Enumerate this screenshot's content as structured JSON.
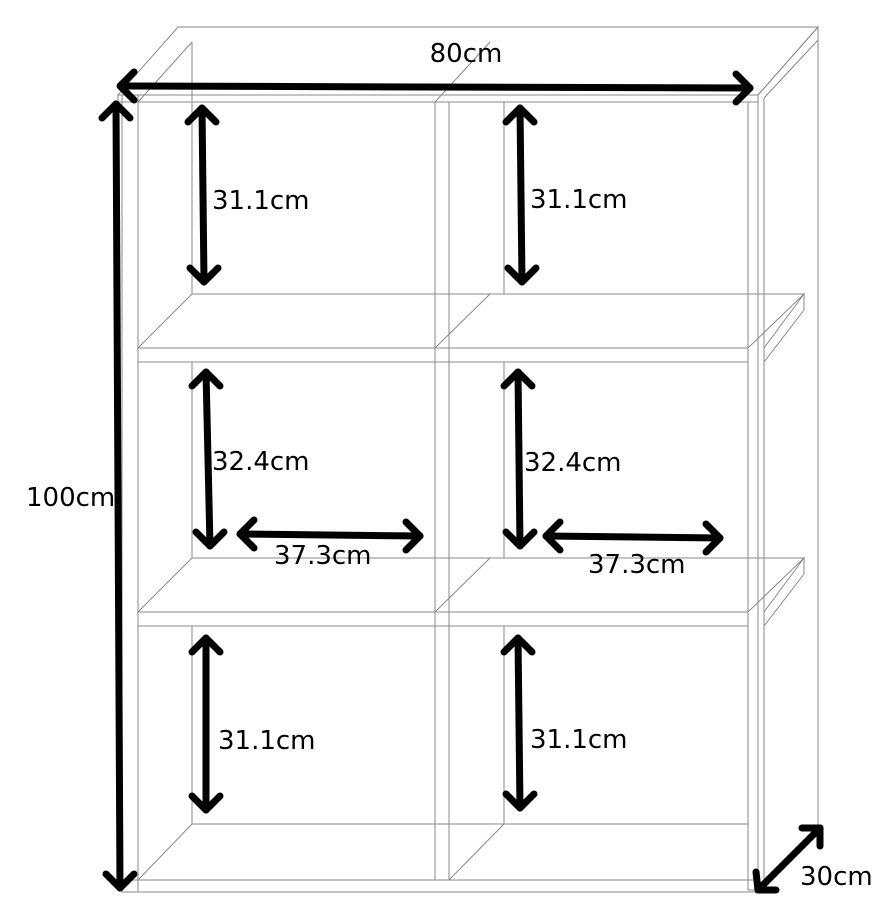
{
  "dimensions": {
    "total_width": "80cm",
    "total_height": "100cm",
    "depth": "30cm",
    "cells": {
      "top_left_height": "31.1cm",
      "top_right_height": "31.1cm",
      "middle_left_height": "32.4cm",
      "middle_right_height": "32.4cm",
      "middle_left_width": "37.3cm",
      "middle_right_width": "37.3cm",
      "bottom_left_height": "31.1cm",
      "bottom_right_height": "31.1cm"
    }
  },
  "colors": {
    "line": "#8a8a8a",
    "arrow": "#000000",
    "background": "#ffffff"
  }
}
